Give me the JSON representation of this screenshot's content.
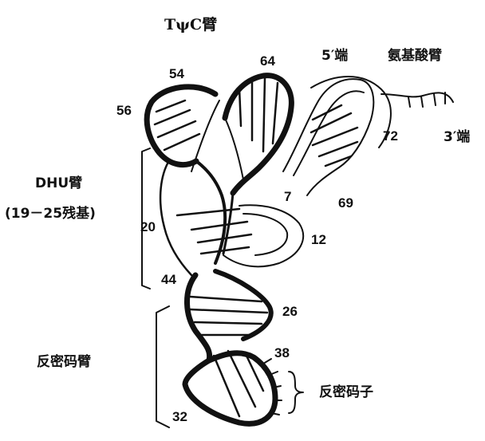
{
  "labels": {
    "tpsic_arm": "TψC臂",
    "five_prime_end": "5′端",
    "acceptor_arm": "氨基酸臂",
    "three_prime_end": "3′端",
    "dhu_arm": "DHU臂",
    "dhu_range": "(19－25残基)",
    "anticodon_arm": "反密码臂",
    "anticodon": "反密码子"
  },
  "residue_numbers": {
    "n54": "54",
    "n64": "64",
    "n56": "56",
    "n72": "72",
    "n7": "7",
    "n69": "69",
    "n20": "20",
    "n12": "12",
    "n44": "44",
    "n26": "26",
    "n38": "38",
    "n32": "32"
  },
  "colors": {
    "ink": "#111111",
    "background": "#ffffff"
  }
}
